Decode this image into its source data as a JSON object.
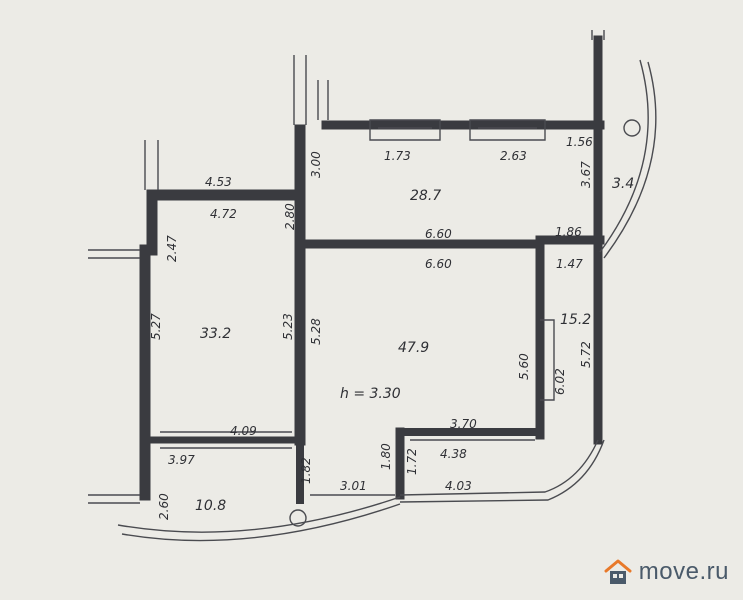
{
  "areas": {
    "top_room": "28.7",
    "left_room": "33.2",
    "center_room": "47.9",
    "right_room": "15.2",
    "bottom_left_room": "10.8",
    "right_small": "3.4"
  },
  "ceiling_height": "h = 3.30",
  "dims": {
    "top_a": "1.73",
    "top_b": "2.63",
    "top_c": "1.56",
    "left_outer": "4.53",
    "left_inner": "4.72",
    "center_top": "6.60",
    "center_top_inner": "6.60",
    "right_top": "1.86",
    "right_inner": "1.47",
    "left_side": "5.27",
    "left_right": "5.23",
    "center_left": "5.28",
    "center_right": "5.60",
    "center_right_b": "6.02",
    "far_right": "5.72",
    "top_room_side": "3.00",
    "left_small": "2.80",
    "left_wall": "2.47",
    "right_small_v": "3.67",
    "bottom_left_a": "4.09",
    "bottom_left_b": "3.97",
    "bottom_center": "3.70",
    "bottom_center_b": "4.38",
    "bottom_right": "4.03",
    "bottom_mid": "3.01",
    "bottom_v1": "2.60",
    "bottom_v2": "1.82",
    "bottom_v3": "1.80",
    "bottom_v4": "1.72"
  },
  "logo": {
    "text": "move.ru",
    "icon": "house-icon",
    "color": "#4a5a6a",
    "accent": "#e8792a"
  }
}
